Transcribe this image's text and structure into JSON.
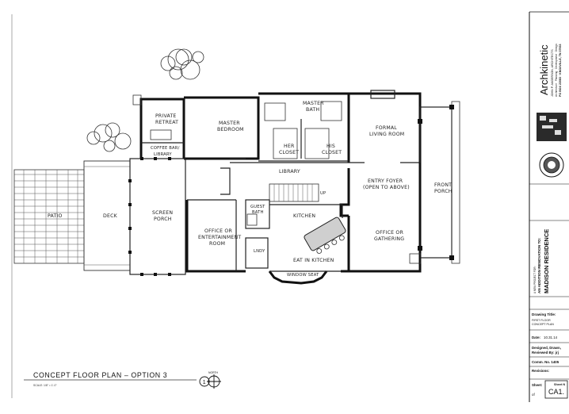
{
  "drawing": {
    "title": "CONCEPT FLOOR PLAN – OPTION 3",
    "scale": "SCALE: 1/8\" = 1'-0\"",
    "north_label": "NORTH",
    "north_number": "1"
  },
  "rooms": {
    "patio": "PATIO",
    "deck": "DECK",
    "screen_porch_1": "SCREEN",
    "screen_porch_2": "PORCH",
    "private_retreat_1": "PRIVATE",
    "private_retreat_2": "RETREAT",
    "coffee_bar": "COFFEE BAR/",
    "library_small": "LIBRARY",
    "master_bedroom_1": "MASTER",
    "master_bedroom_2": "BEDROOM",
    "master_bath_1": "MASTER",
    "master_bath_2": "BATH",
    "her_closet_1": "HER",
    "her_closet_2": "CLOSET",
    "his_closet_1": "HIS",
    "his_closet_2": "CLOSET",
    "formal_living_1": "FORMAL",
    "formal_living_2": "LIVING ROOM",
    "library": "LIBRARY",
    "entry_foyer_1": "ENTRY FOYER",
    "entry_foyer_2": "(OPEN TO ABOVE)",
    "front_porch_1": "FRONT",
    "front_porch_2": "PORCH",
    "office_ent_1": "OFFICE OR",
    "office_ent_2": "ENTERTAINMENT",
    "office_ent_3": "ROOM",
    "guest_bath_1": "GUEST",
    "guest_bath_2": "BATH",
    "kitchen": "KITCHEN",
    "lndy": "LNDY",
    "eat_in_kitchen": "EAT IN KITCHEN",
    "window_seat": "WINDOW SEAT",
    "office_gathering_1": "OFFICE OR",
    "office_gathering_2": "GATHERING",
    "up": "UP"
  },
  "title_block": {
    "firm": "Archkinetic",
    "architect": "JOHN P. ANDERSON, ARCHITECTS",
    "services": "Architecture · Planning · Development · Design",
    "address": "PO BOX 23083 · KNOXVILLE, TN 37933",
    "project_for": "A NEW PROJECT FOR:",
    "project_line1": "AN ADDITION RENOVATION TO:",
    "project_name": "MADISON RESIDENCE",
    "drawing_title_label": "Drawing Title:",
    "drawing_title_1": "FIRST FLOOR",
    "drawing_title_2": "CONCEPT PLAN",
    "date_label": "Date:",
    "date_value": "10.31.14",
    "designed_label": "Designed, Drawn,",
    "reviewed_label": "Reviewed By: jrj",
    "comm_label": "Comm. No. 1405",
    "revisions_label": "Revisions:",
    "sheet_label": "Sheet:",
    "sheet_no_label": "Sheet N",
    "sheet_number": "CA1.",
    "sheet_of": "of"
  }
}
